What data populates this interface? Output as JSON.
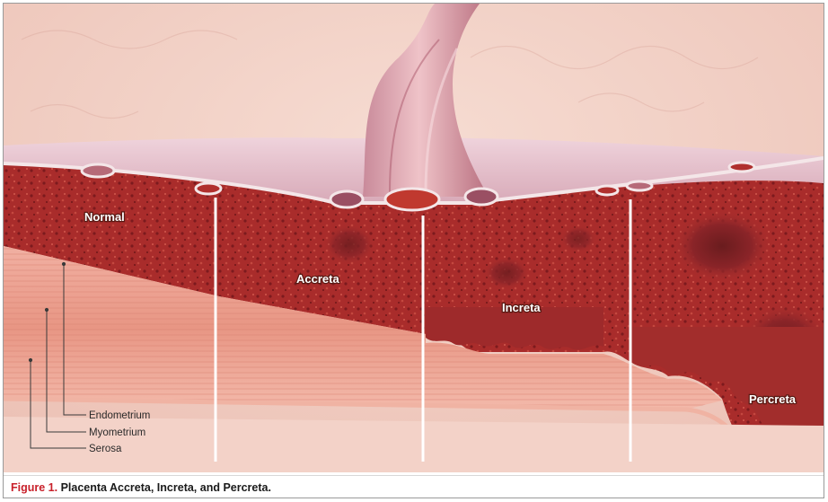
{
  "labels": {
    "normal": "Normal",
    "accreta": "Accreta",
    "increta": "Increta",
    "percreta": "Percreta"
  },
  "layers": {
    "endometrium": "Endometrium",
    "myometrium": "Myometrium",
    "serosa": "Serosa"
  },
  "caption": {
    "figure": "Figure 1.",
    "text": "Placenta Accreta, Increta, and Percreta."
  }
}
